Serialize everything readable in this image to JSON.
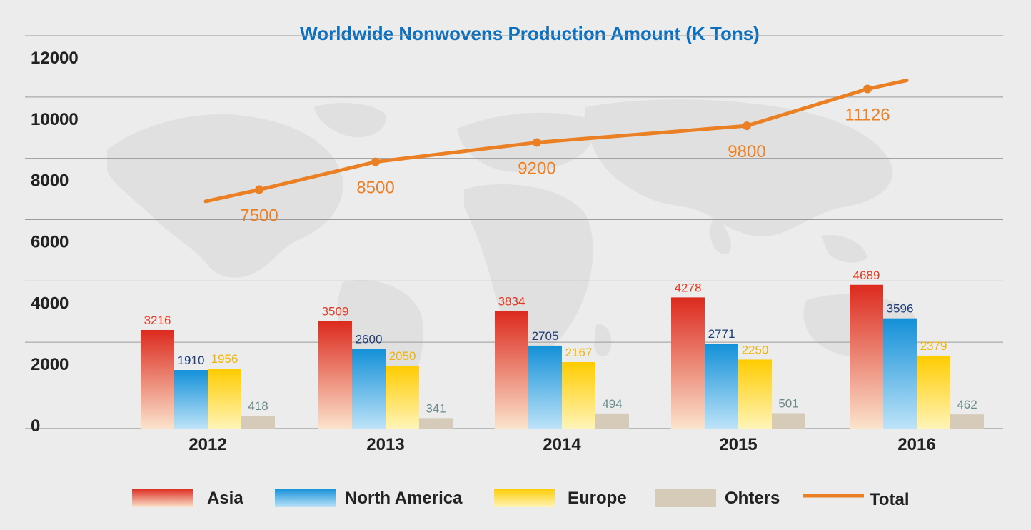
{
  "chart_data": {
    "type": "bar",
    "title": "Worldwide Nonwovens Production Amount (K Tons)",
    "categories": [
      "2012",
      "2013",
      "2014",
      "2015",
      "2016"
    ],
    "ylim": [
      0,
      12000
    ],
    "yticks": [
      "0",
      "2000",
      "4000",
      "6000",
      "8000",
      "10000",
      "12000"
    ],
    "grid": true,
    "legend_position": "bottom",
    "series": [
      {
        "name": "Asia",
        "kind": "bar",
        "values": [
          3216,
          3509,
          3834,
          4278,
          4689
        ],
        "color_top": "#dc2a1e",
        "color_bottom": "#fbe3cc",
        "label_color": "#e23b22"
      },
      {
        "name": "North America",
        "kind": "bar",
        "values": [
          1910,
          2600,
          2705,
          2771,
          3596
        ],
        "color_top": "#1390d8",
        "color_bottom": "#bde3f8",
        "label_color": "#1d3c78"
      },
      {
        "name": "Europe",
        "kind": "bar",
        "values": [
          1956,
          2050,
          2167,
          2250,
          2379
        ],
        "color_top": "#ffcc00",
        "color_bottom": "#fff4b8",
        "label_color": "#f0b400"
      },
      {
        "name": "Ohters",
        "kind": "bar",
        "values": [
          418,
          341,
          494,
          501,
          462
        ],
        "color_top": "#d6cbb8",
        "color_bottom": "#d6cbb8",
        "label_color": "#6a8a8a"
      },
      {
        "name": "Total",
        "kind": "line",
        "values": [
          7500,
          8500,
          9200,
          9800,
          11126
        ],
        "color": "#ea7f24",
        "label_color": "#ea7f24"
      }
    ]
  },
  "colors": {
    "background": "#ececec",
    "title": "#0b6fc0",
    "grid": "#9a9a9a",
    "map": "#e0e0e0"
  }
}
